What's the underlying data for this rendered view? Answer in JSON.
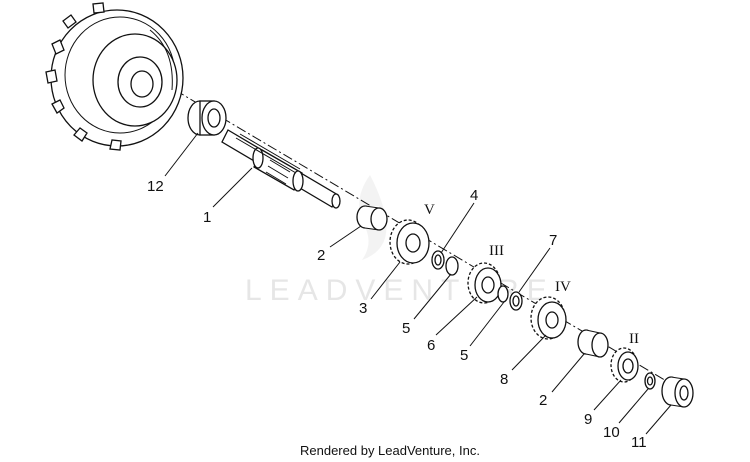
{
  "watermark": "LEADVENTURE",
  "footer": "Rendered by LeadVenture, Inc.",
  "labels": {
    "p1": "1",
    "p2a": "2",
    "p2b": "2",
    "p3": "3",
    "p4": "4",
    "p5a": "5",
    "p5b": "5",
    "p6": "6",
    "p7": "7",
    "p8": "8",
    "p9": "9",
    "p10": "10",
    "p11": "11",
    "p12": "12"
  },
  "gear_marks": {
    "g5": "V",
    "g3": "III",
    "g4": "IV",
    "g2": "II"
  }
}
